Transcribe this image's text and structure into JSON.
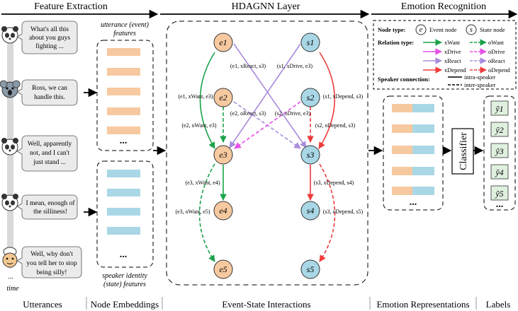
{
  "sections": {
    "feature_extraction": "Feature Extraction",
    "hdagnn_layer": "HDAGNN Layer",
    "emotion_recognition": "Emotion Recognition"
  },
  "bottom_labels": {
    "utterances": "Utterances",
    "node_embeddings": "Node Embeddings",
    "event_state": "Event-State Interactions",
    "emotion_reps": "Emotion Representations",
    "labels": "Labels"
  },
  "utterances": [
    [
      "What's all this",
      "about you guys",
      "fighting ..."
    ],
    [
      "Ross, we can",
      "handle this."
    ],
    [
      "Well, apparently",
      "not, and I can't",
      "just stand ..."
    ],
    [
      "I mean, enough of",
      "the silliness!"
    ],
    [
      "Well, why don't",
      "you tell her to stop",
      "being silly!"
    ]
  ],
  "time_label": "time",
  "ellipsis": "...",
  "utterance_features_label": [
    "utterance (event)",
    "features"
  ],
  "speaker_features_label": [
    "speaker identity",
    "(state) features"
  ],
  "classifier_label": "Classifier",
  "event_nodes": [
    "e1",
    "e2",
    "e3",
    "e4",
    "e5"
  ],
  "state_nodes": [
    "s1",
    "s2",
    "s3",
    "s4",
    "s5"
  ],
  "label_nodes": [
    "ŷ1",
    "ŷ2",
    "ŷ3",
    "ŷ4",
    "ŷ5"
  ],
  "edge_labels": [
    "(e1, xReact, s3)",
    "(s1, xDrive, e3)",
    "(e1, xWant, e3)",
    "(s1, xDepend, s3)",
    "(e2, oReact, s3)",
    "(s2, oDrive, e3)",
    "(e2, oWant, e3)",
    "(s2, oDepend, s3)",
    "(e3, xWant, e4)",
    "(s3, xDepend, s4)",
    "(e3, oWant, e5)",
    "(s3, oDepend, s5)"
  ],
  "legend": {
    "node_type": "Node type:",
    "event_node": "Event node",
    "state_node": "State node",
    "relation_type": "Relation type:",
    "relations_x": [
      "xWant",
      "xDrive",
      "xReact",
      "xDepend"
    ],
    "relations_o": [
      "oWant",
      "oDrive",
      "oReact",
      "oDepend"
    ],
    "speaker_connection": "Speaker connection:",
    "intra": "intra-speaker",
    "inter": "inter-speaker"
  },
  "colors": {
    "want": "#1aa34a",
    "drive": "#e64fe6",
    "react": "#a98bdb",
    "depend": "#ee3b3b",
    "event_fill": "#f7c9a0",
    "state_fill": "#a9d7e6",
    "label_fill": "#dff0df"
  }
}
